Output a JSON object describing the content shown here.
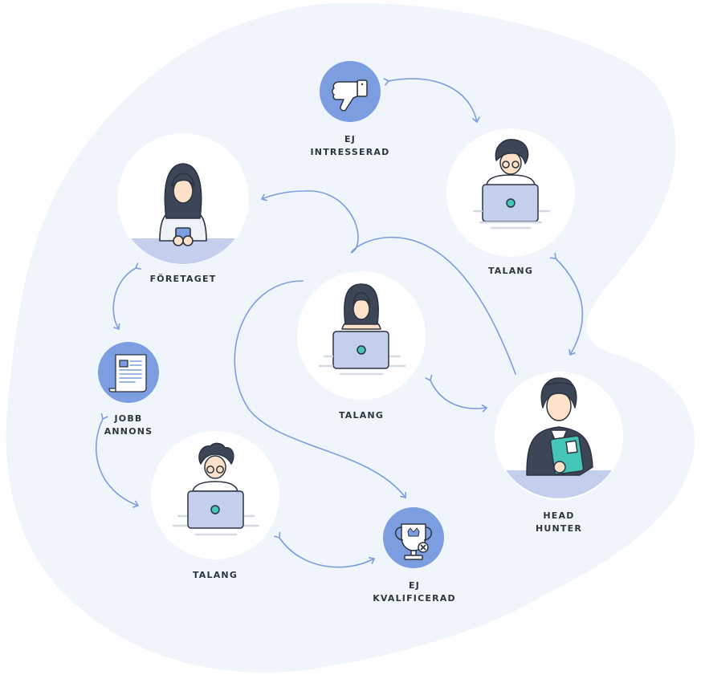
{
  "colors": {
    "blob": "#f0f4fb",
    "arrow": "#7c9ee0",
    "icon_circle": "#7c9ee0",
    "desk": "#c3cfec",
    "hair": "#3d4656",
    "skin": "#fde1c8",
    "laptop": "#c3cfec",
    "laptop_dot": "#45c4b8",
    "outline": "#2c3340",
    "label": "#2f3540"
  },
  "nodes": {
    "foretaget": {
      "label": "FÖRETAGET",
      "icon": "woman-with-coffee-icon"
    },
    "ej_intresserad": {
      "line1": "EJ",
      "line2": "INTRESSERAD",
      "icon": "thumbs-down-icon"
    },
    "talang_top_right": {
      "label": "TALANG",
      "icon": "person-at-laptop-icon"
    },
    "talang_center": {
      "label": "TALANG",
      "icon": "person-at-laptop-icon"
    },
    "jobb_annons": {
      "line1": "JOBB",
      "line2": "ANNONS",
      "icon": "job-ad-document-icon"
    },
    "talang_bottom_left": {
      "label": "TALANG",
      "icon": "person-at-laptop-icon"
    },
    "head_hunter": {
      "line1": "HEAD",
      "line2": "HUNTER",
      "icon": "headhunter-with-folder-icon"
    },
    "ej_kvalificerad": {
      "line1": "EJ",
      "line2": "KVALIFICERAD",
      "icon": "trophy-with-x-icon"
    }
  }
}
